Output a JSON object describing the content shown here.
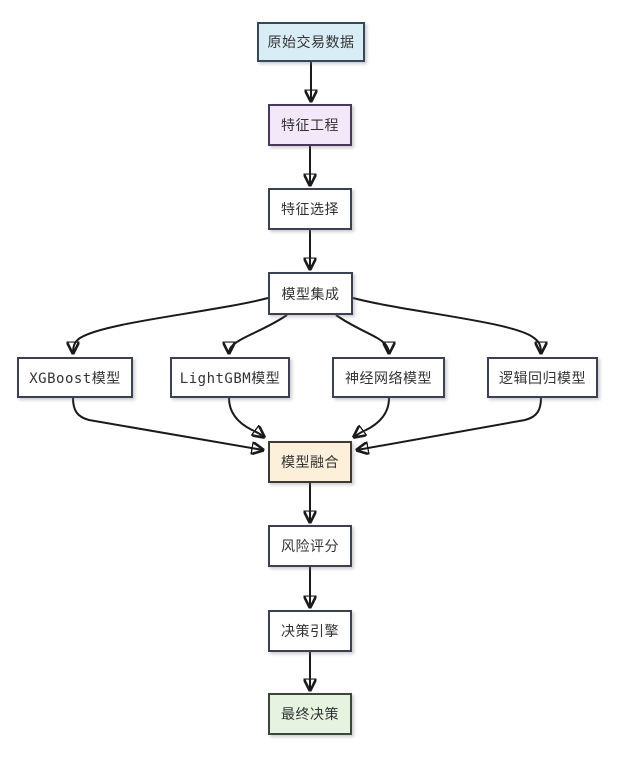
{
  "diagram": {
    "type": "flowchart",
    "background": "#ffffff",
    "arrow_color": "#1a1a1a",
    "nodes": [
      {
        "id": "raw-data",
        "label": "原始交易数据",
        "fill": "#d9edf7"
      },
      {
        "id": "feature-engineering",
        "label": "特征工程",
        "fill": "#f3e8f9"
      },
      {
        "id": "feature-selection",
        "label": "特征选择",
        "fill": "#ffffff"
      },
      {
        "id": "model-ensemble",
        "label": "模型集成",
        "fill": "#ffffff"
      },
      {
        "id": "xgboost",
        "label": "XGBoost模型",
        "fill": "#ffffff"
      },
      {
        "id": "lightgbm",
        "label": "LightGBM模型",
        "fill": "#ffffff"
      },
      {
        "id": "neural-network",
        "label": "神经网络模型",
        "fill": "#ffffff"
      },
      {
        "id": "logistic-regression",
        "label": "逻辑回归模型",
        "fill": "#ffffff"
      },
      {
        "id": "model-fusion",
        "label": "模型融合",
        "fill": "#fcf0da"
      },
      {
        "id": "risk-scoring",
        "label": "风险评分",
        "fill": "#ffffff"
      },
      {
        "id": "decision-engine",
        "label": "决策引擎",
        "fill": "#ffffff"
      },
      {
        "id": "final-decision",
        "label": "最终决策",
        "fill": "#e6f3e1"
      }
    ],
    "edges": [
      {
        "from": "raw-data",
        "to": "feature-engineering"
      },
      {
        "from": "feature-engineering",
        "to": "feature-selection"
      },
      {
        "from": "feature-selection",
        "to": "model-ensemble"
      },
      {
        "from": "model-ensemble",
        "to": "xgboost"
      },
      {
        "from": "model-ensemble",
        "to": "lightgbm"
      },
      {
        "from": "model-ensemble",
        "to": "neural-network"
      },
      {
        "from": "model-ensemble",
        "to": "logistic-regression"
      },
      {
        "from": "xgboost",
        "to": "model-fusion"
      },
      {
        "from": "lightgbm",
        "to": "model-fusion"
      },
      {
        "from": "neural-network",
        "to": "model-fusion"
      },
      {
        "from": "logistic-regression",
        "to": "model-fusion"
      },
      {
        "from": "model-fusion",
        "to": "risk-scoring"
      },
      {
        "from": "risk-scoring",
        "to": "decision-engine"
      },
      {
        "from": "decision-engine",
        "to": "final-decision"
      }
    ]
  }
}
